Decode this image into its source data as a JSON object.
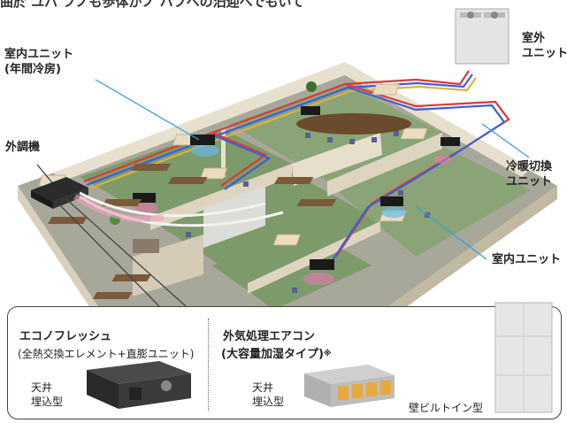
{
  "header": {
    "cut_text": "曲於 ユバ フノも歩体がノ ハフへの汨迎へでもいて"
  },
  "labels": {
    "indoor_unit_year_round": [
      "室内ユニット",
      "(年間冷房)"
    ],
    "outdoor_unit": [
      "室外",
      "ユニット"
    ],
    "outdoor_air_unit": "外調機",
    "switching_unit": [
      "冷暖切換",
      "ユニット"
    ],
    "indoor_unit": "室内ユニット"
  },
  "panel": {
    "left": {
      "title": "エコノフレッシュ",
      "subtitle": "(全熱交換エレメント+直膨ユニット)",
      "mount_type": [
        "天井",
        "埋込型"
      ]
    },
    "right": {
      "title": "外気処理エアコン",
      "subtitle": "(大容量加湿タイプ)",
      "note_mark": "※",
      "ceiling_type": [
        "天井",
        "埋込型"
      ],
      "wall_type": "壁ビルトイン型"
    }
  },
  "colors": {
    "pipe_red": "#d93a3a",
    "pipe_blue": "#3a5fd9",
    "leader_line": "#3aa0d8",
    "floor_green": "#7d9a6a",
    "wall_beige": "#e8e0cf"
  }
}
